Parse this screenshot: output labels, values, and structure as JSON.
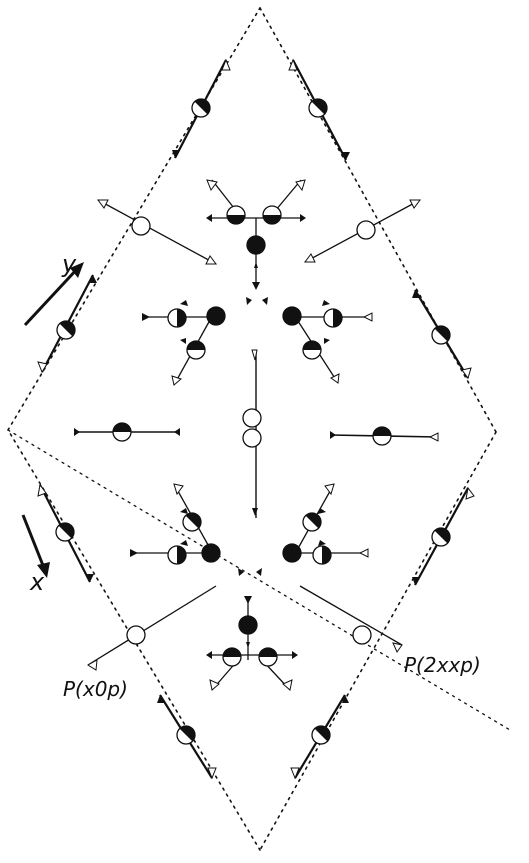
{
  "labels": {
    "y_axis": "y",
    "x_axis": "x",
    "plane_1": "P(x0p)",
    "plane_2": "P(2xxp)"
  },
  "colors": {
    "ink": "#111111",
    "paper": "#ffffff"
  },
  "icons": {
    "atom_open": "open-circle",
    "atom_filled": "filled-circle",
    "atom_half": "half-filled-circle",
    "arrow_head": "triangle-arrowhead"
  }
}
